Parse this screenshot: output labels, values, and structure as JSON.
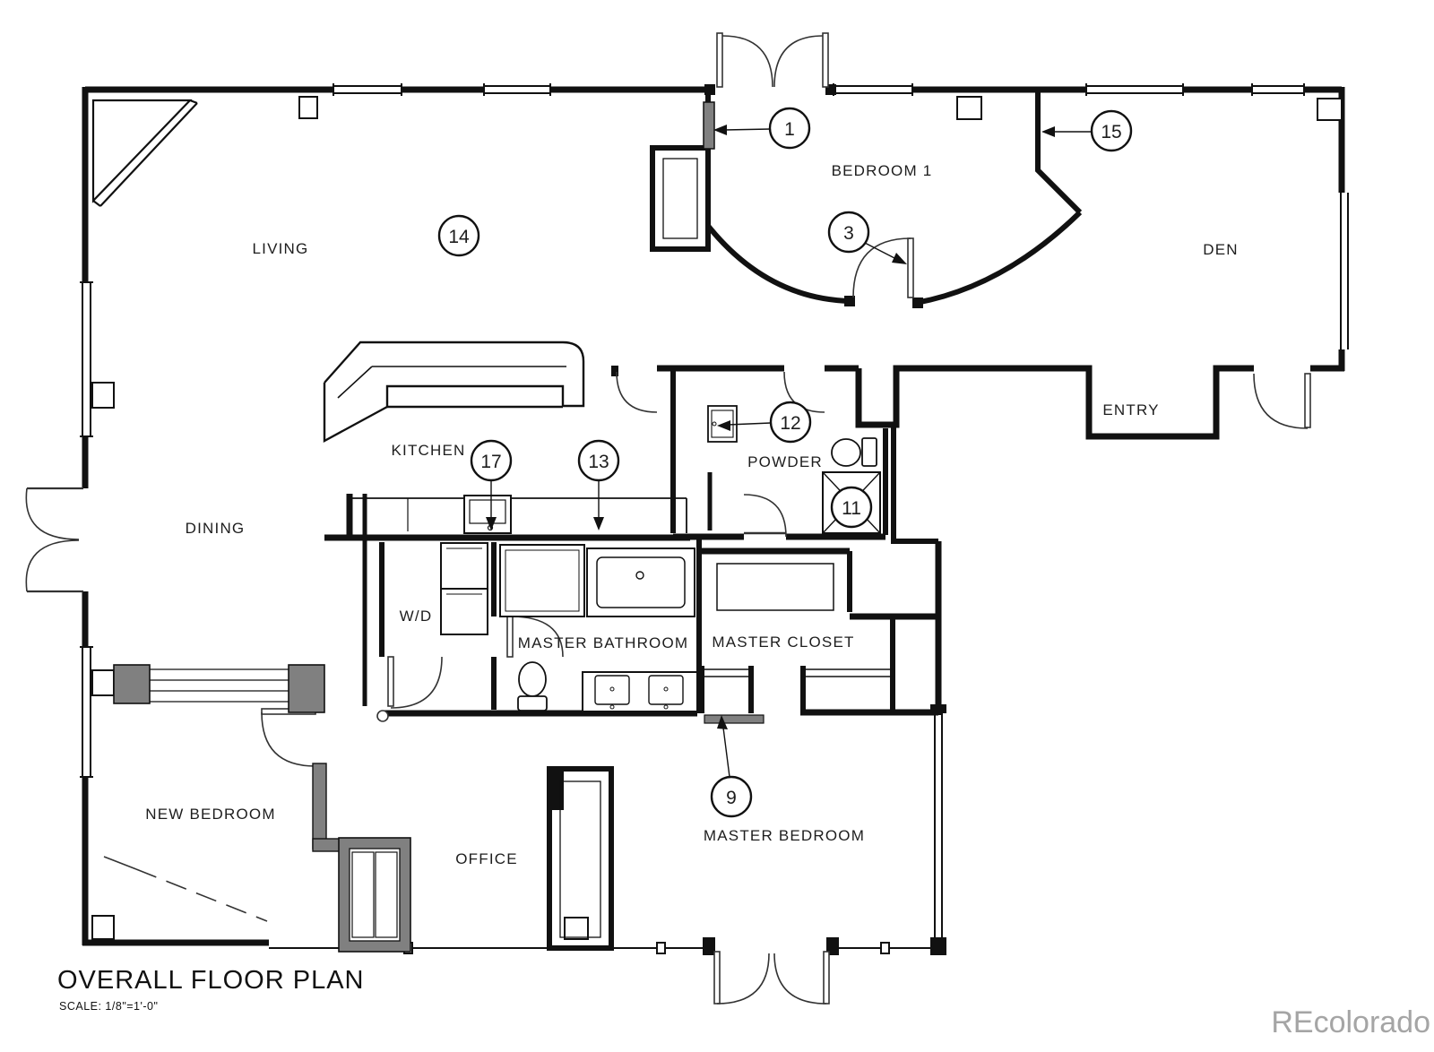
{
  "title_block": {
    "title": "OVERALL FLOOR PLAN",
    "scale": "SCALE: 1/8\"=1'-0\""
  },
  "watermark": "REcolorado",
  "colors": {
    "wall": "#111111",
    "new_construction_gray": "#808080",
    "text": "#1d1d1d",
    "watermark_gray": "#a5a5a5",
    "background": "#ffffff"
  },
  "rooms": [
    {
      "id": "living",
      "label": "LIVING"
    },
    {
      "id": "bedroom-1",
      "label": "BEDROOM 1"
    },
    {
      "id": "den",
      "label": "DEN"
    },
    {
      "id": "kitchen",
      "label": "KITCHEN"
    },
    {
      "id": "powder",
      "label": "POWDER"
    },
    {
      "id": "entry",
      "label": "ENTRY"
    },
    {
      "id": "dining",
      "label": "DINING"
    },
    {
      "id": "wd",
      "label": "W/D"
    },
    {
      "id": "master-bathroom",
      "label": "MASTER BATHROOM"
    },
    {
      "id": "master-closet",
      "label": "MASTER CLOSET"
    },
    {
      "id": "new-bedroom",
      "label": "NEW BEDROOM"
    },
    {
      "id": "office",
      "label": "OFFICE"
    },
    {
      "id": "master-bedroom",
      "label": "MASTER BEDROOM"
    }
  ],
  "callouts": [
    {
      "number": "1"
    },
    {
      "number": "3"
    },
    {
      "number": "9"
    },
    {
      "number": "11"
    },
    {
      "number": "12"
    },
    {
      "number": "13"
    },
    {
      "number": "14"
    },
    {
      "number": "15"
    },
    {
      "number": "17"
    }
  ],
  "fixtures": {
    "kitchen_island": "kitchen-island-icon",
    "kitchen_sink": "kitchen-sink-icon",
    "powder_sink": "powder-sink-icon",
    "powder_toilet": "toilet-icon",
    "powder_shower": "shower-icon",
    "washer_dryer": "washer-dryer-icon",
    "bath_shower": "shower-stall-icon",
    "bathtub": "bathtub-icon",
    "bath_toilet": "toilet-icon",
    "double_vanity": "double-vanity-icon",
    "closet_shelf": "closet-shelf-icon",
    "sliding_closet": "sliding-door-closet-icon"
  }
}
